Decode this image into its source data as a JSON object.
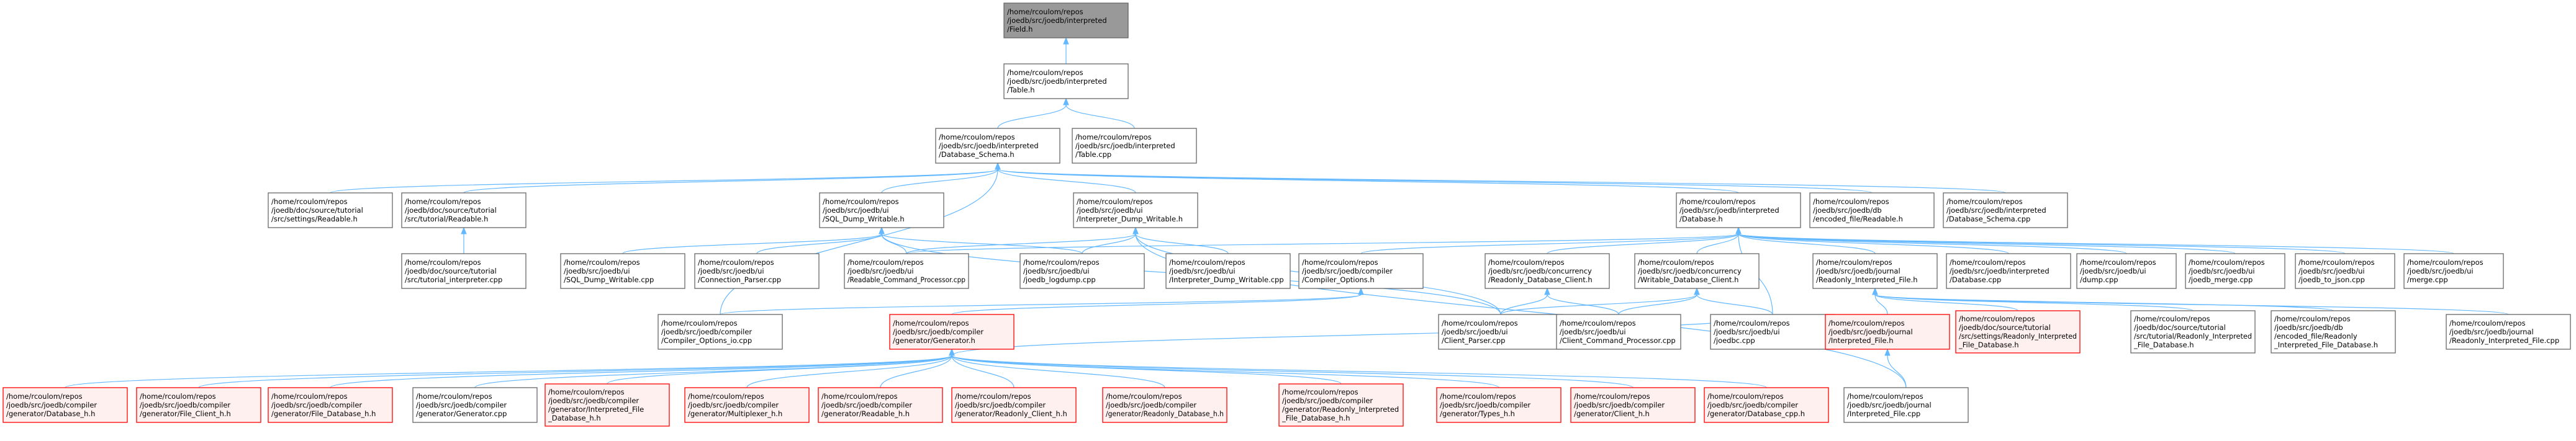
{
  "colors": {
    "edge": "#63b8ff",
    "root_fill": "#999999",
    "root_border": "#666666",
    "node_fill": "#ffffff",
    "node_border": "#666666",
    "truncated_fill": "#fff0f0",
    "truncated_border": "#ff0000",
    "text": "#000000"
  },
  "nodes": [
    {
      "id": "field_h",
      "style": "root",
      "lines": [
        "/home/rcoulom/repos",
        "/joedb/src/joedb/interpreted",
        "/Field.h"
      ]
    },
    {
      "id": "table_h",
      "style": "normal",
      "lines": [
        "/home/rcoulom/repos",
        "/joedb/src/joedb/interpreted",
        "/Table.h"
      ]
    },
    {
      "id": "dbschema_h",
      "style": "normal",
      "lines": [
        "/home/rcoulom/repos",
        "/joedb/src/joedb/interpreted",
        "/Database_Schema.h"
      ]
    },
    {
      "id": "table_cpp",
      "style": "normal",
      "lines": [
        "/home/rcoulom/repos",
        "/joedb/src/joedb/interpreted",
        "/Table.cpp"
      ]
    },
    {
      "id": "tut_settings_readable_h",
      "style": "normal",
      "lines": [
        "/home/rcoulom/repos",
        "/joedb/doc/source/tutorial",
        "/src/settings/Readable.h"
      ]
    },
    {
      "id": "tut_readable_h",
      "style": "normal",
      "lines": [
        "/home/rcoulom/repos",
        "/joedb/doc/source/tutorial",
        "/src/tutorial/Readable.h"
      ]
    },
    {
      "id": "sql_dump_writable_h",
      "style": "normal",
      "lines": [
        "/home/rcoulom/repos",
        "/joedb/src/joedb/ui",
        "/SQL_Dump_Writable.h"
      ]
    },
    {
      "id": "interp_dump_writable_h",
      "style": "normal",
      "lines": [
        "/home/rcoulom/repos",
        "/joedb/src/joedb/ui",
        "/Interpreter_Dump_Writable.h"
      ]
    },
    {
      "id": "interp_database_h",
      "style": "normal",
      "lines": [
        "/home/rcoulom/repos",
        "/joedb/src/joedb/interpreted",
        "/Database.h"
      ]
    },
    {
      "id": "encoded_file_readable_h",
      "style": "normal",
      "lines": [
        "/home/rcoulom/repos",
        "/joedb/src/joedb/db",
        "/encoded_file/Readable.h"
      ]
    },
    {
      "id": "database_schema_cpp",
      "style": "normal",
      "lines": [
        "/home/rcoulom/repos",
        "/joedb/src/joedb/interpreted",
        "/Database_Schema.cpp"
      ]
    },
    {
      "id": "tutorial_interpreter_cpp",
      "style": "normal",
      "lines": [
        "/home/rcoulom/repos",
        "/joedb/doc/source/tutorial",
        "/src/tutorial_interpreter.cpp"
      ]
    },
    {
      "id": "sql_dump_writable_cpp",
      "style": "normal",
      "lines": [
        "/home/rcoulom/repos",
        "/joedb/src/joedb/ui",
        "/SQL_Dump_Writable.cpp"
      ]
    },
    {
      "id": "connection_parser_cpp",
      "style": "normal",
      "lines": [
        "/home/rcoulom/repos",
        "/joedb/src/joedb/ui",
        "/Connection_Parser.cpp"
      ]
    },
    {
      "id": "readable_command_processor_cpp",
      "style": "normal",
      "lines": [
        "/home/rcoulom/repos",
        "/joedb/src/joedb/ui",
        "/Readable_Command_Processor.cpp"
      ]
    },
    {
      "id": "joedb_logdump_cpp",
      "style": "normal",
      "lines": [
        "/home/rcoulom/repos",
        "/joedb/src/joedb/ui",
        "/joedb_logdump.cpp"
      ]
    },
    {
      "id": "interp_dump_writable_cpp",
      "style": "normal",
      "lines": [
        "/home/rcoulom/repos",
        "/joedb/src/joedb/ui",
        "/Interpreter_Dump_Writable.cpp"
      ]
    },
    {
      "id": "compiler_options_h",
      "style": "normal",
      "lines": [
        "/home/rcoulom/repos",
        "/joedb/src/joedb/compiler",
        "/Compiler_Options.h"
      ]
    },
    {
      "id": "readonly_database_client_h",
      "style": "normal",
      "lines": [
        "/home/rcoulom/repos",
        "/joedb/src/joedb/concurrency",
        "/Readonly_Database_Client.h"
      ]
    },
    {
      "id": "writable_database_client_h",
      "style": "normal",
      "lines": [
        "/home/rcoulom/repos",
        "/joedb/src/joedb/concurrency",
        "/Writable_Database_Client.h"
      ]
    },
    {
      "id": "readonly_interpreted_file_h",
      "style": "normal",
      "lines": [
        "/home/rcoulom/repos",
        "/joedb/src/joedb/journal",
        "/Readonly_Interpreted_File.h"
      ]
    },
    {
      "id": "interp_database_cpp",
      "style": "normal",
      "lines": [
        "/home/rcoulom/repos",
        "/joedb/src/joedb/interpreted",
        "/Database.cpp"
      ]
    },
    {
      "id": "dump_cpp",
      "style": "normal",
      "lines": [
        "/home/rcoulom/repos",
        "/joedb/src/joedb/ui",
        "/dump.cpp"
      ]
    },
    {
      "id": "joedb_merge_cpp",
      "style": "normal",
      "lines": [
        "/home/rcoulom/repos",
        "/joedb/src/joedb/ui",
        "/joedb_merge.cpp"
      ]
    },
    {
      "id": "joedb_to_json_cpp",
      "style": "normal",
      "lines": [
        "/home/rcoulom/repos",
        "/joedb/src/joedb/ui",
        "/joedb_to_json.cpp"
      ]
    },
    {
      "id": "merge_cpp",
      "style": "normal",
      "lines": [
        "/home/rcoulom/repos",
        "/joedb/src/joedb/ui",
        "/merge.cpp"
      ]
    },
    {
      "id": "compiler_options_io_cpp",
      "style": "normal",
      "lines": [
        "/home/rcoulom/repos",
        "/joedb/src/joedb/compiler",
        "/Compiler_Options_io.cpp"
      ]
    },
    {
      "id": "generator_h",
      "style": "truncated",
      "lines": [
        "/home/rcoulom/repos",
        "/joedb/src/joedb/compiler",
        "/generator/Generator.h"
      ]
    },
    {
      "id": "client_parser_cpp",
      "style": "normal",
      "lines": [
        "/home/rcoulom/repos",
        "/joedb/src/joedb/ui",
        "/Client_Parser.cpp"
      ]
    },
    {
      "id": "client_command_processor_cpp",
      "style": "normal",
      "lines": [
        "/home/rcoulom/repos",
        "/joedb/src/joedb/ui",
        "/Client_Command_Processor.cpp"
      ]
    },
    {
      "id": "joedbc_cpp",
      "style": "normal",
      "lines": [
        "/home/rcoulom/repos",
        "/joedb/src/joedb/ui",
        "/joedbc.cpp"
      ]
    },
    {
      "id": "interpreted_file_h",
      "style": "truncated",
      "lines": [
        "/home/rcoulom/repos",
        "/joedb/src/joedb/journal",
        "/Interpreted_File.h"
      ]
    },
    {
      "id": "tut_settings_readonly_interp_h",
      "style": "truncated",
      "lines": [
        "/home/rcoulom/repos",
        "/joedb/doc/source/tutorial",
        "/src/settings/Readonly_Interpreted",
        "_File_Database.h"
      ]
    },
    {
      "id": "tut_readonly_interp_h",
      "style": "normal",
      "lines": [
        "/home/rcoulom/repos",
        "/joedb/doc/source/tutorial",
        "/src/tutorial/Readonly_Interpreted",
        "_File_Database.h"
      ]
    },
    {
      "id": "encoded_readonly_interp_h",
      "style": "normal",
      "lines": [
        "/home/rcoulom/repos",
        "/joedb/src/joedb/db",
        "/encoded_file/Readonly",
        "_Interpreted_File_Database.h"
      ]
    },
    {
      "id": "readonly_interpreted_file_cpp",
      "style": "normal",
      "lines": [
        "/home/rcoulom/repos",
        "/joedb/src/joedb/journal",
        "/Readonly_Interpreted_File.cpp"
      ]
    },
    {
      "id": "gen_database_h",
      "style": "truncated",
      "lines": [
        "/home/rcoulom/repos",
        "/joedb/src/joedb/compiler",
        "/generator/Database_h.h"
      ]
    },
    {
      "id": "gen_file_client_h",
      "style": "truncated",
      "lines": [
        "/home/rcoulom/repos",
        "/joedb/src/joedb/compiler",
        "/generator/File_Client_h.h"
      ]
    },
    {
      "id": "gen_file_database_h",
      "style": "truncated",
      "lines": [
        "/home/rcoulom/repos",
        "/joedb/src/joedb/compiler",
        "/generator/File_Database_h.h"
      ]
    },
    {
      "id": "gen_generator_cpp",
      "style": "normal",
      "lines": [
        "/home/rcoulom/repos",
        "/joedb/src/joedb/compiler",
        "/generator/Generator.cpp"
      ]
    },
    {
      "id": "gen_interpreted_file_h",
      "style": "truncated",
      "lines": [
        "/home/rcoulom/repos",
        "/joedb/src/joedb/compiler",
        "/generator/Interpreted_File",
        "_Database_h.h"
      ]
    },
    {
      "id": "gen_multiplexer_h",
      "style": "truncated",
      "lines": [
        "/home/rcoulom/repos",
        "/joedb/src/joedb/compiler",
        "/generator/Multiplexer_h.h"
      ]
    },
    {
      "id": "gen_readable_h",
      "style": "truncated",
      "lines": [
        "/home/rcoulom/repos",
        "/joedb/src/joedb/compiler",
        "/generator/Readable_h.h"
      ]
    },
    {
      "id": "gen_readonly_client_h",
      "style": "truncated",
      "lines": [
        "/home/rcoulom/repos",
        "/joedb/src/joedb/compiler",
        "/generator/Readonly_Client_h.h"
      ]
    },
    {
      "id": "gen_readonly_database_h",
      "style": "truncated",
      "lines": [
        "/home/rcoulom/repos",
        "/joedb/src/joedb/compiler",
        "/generator/Readonly_Database_h.h"
      ]
    },
    {
      "id": "gen_readonly_interpreted_h",
      "style": "truncated",
      "lines": [
        "/home/rcoulom/repos",
        "/joedb/src/joedb/compiler",
        "/generator/Readonly_Interpreted",
        "_File_Database_h.h"
      ]
    },
    {
      "id": "gen_types_h",
      "style": "truncated",
      "lines": [
        "/home/rcoulom/repos",
        "/joedb/src/joedb/compiler",
        "/generator/Types_h.h"
      ]
    },
    {
      "id": "gen_client_h",
      "style": "truncated",
      "lines": [
        "/home/rcoulom/repos",
        "/joedb/src/joedb/compiler",
        "/generator/Client_h.h"
      ]
    },
    {
      "id": "gen_database_cpp",
      "style": "truncated",
      "lines": [
        "/home/rcoulom/repos",
        "/joedb/src/joedb/compiler",
        "/generator/Database_cpp.h"
      ]
    },
    {
      "id": "interpreted_file_cpp",
      "style": "normal",
      "lines": [
        "/home/rcoulom/repos",
        "/joedb/src/joedb/journal",
        "/Interpreted_File.cpp"
      ]
    }
  ],
  "edges": [
    [
      "table_h",
      "field_h"
    ],
    [
      "dbschema_h",
      "table_h"
    ],
    [
      "table_cpp",
      "table_h"
    ],
    [
      "tut_settings_readable_h",
      "dbschema_h"
    ],
    [
      "tut_readable_h",
      "dbschema_h"
    ],
    [
      "sql_dump_writable_h",
      "dbschema_h"
    ],
    [
      "interp_dump_writable_h",
      "dbschema_h"
    ],
    [
      "interp_database_h",
      "dbschema_h"
    ],
    [
      "encoded_file_readable_h",
      "dbschema_h"
    ],
    [
      "database_schema_cpp",
      "dbschema_h"
    ],
    [
      "compiler_options_io_cpp",
      "dbschema_h"
    ],
    [
      "tutorial_interpreter_cpp",
      "tut_readable_h"
    ],
    [
      "sql_dump_writable_cpp",
      "sql_dump_writable_h"
    ],
    [
      "connection_parser_cpp",
      "sql_dump_writable_h"
    ],
    [
      "readable_command_processor_cpp",
      "sql_dump_writable_h"
    ],
    [
      "joedb_logdump_cpp",
      "sql_dump_writable_h"
    ],
    [
      "client_parser_cpp",
      "sql_dump_writable_h"
    ],
    [
      "readable_command_processor_cpp",
      "interp_dump_writable_h"
    ],
    [
      "joedb_logdump_cpp",
      "interp_dump_writable_h"
    ],
    [
      "interp_dump_writable_cpp",
      "interp_dump_writable_h"
    ],
    [
      "client_parser_cpp",
      "interp_dump_writable_h"
    ],
    [
      "interpreted_file_cpp",
      "interp_dump_writable_h"
    ],
    [
      "compiler_options_h",
      "interp_database_h"
    ],
    [
      "readonly_database_client_h",
      "interp_database_h"
    ],
    [
      "writable_database_client_h",
      "interp_database_h"
    ],
    [
      "readonly_interpreted_file_h",
      "interp_database_h"
    ],
    [
      "interp_database_cpp",
      "interp_database_h"
    ],
    [
      "dump_cpp",
      "interp_database_h"
    ],
    [
      "joedb_merge_cpp",
      "interp_database_h"
    ],
    [
      "joedb_to_json_cpp",
      "interp_database_h"
    ],
    [
      "merge_cpp",
      "interp_database_h"
    ],
    [
      "readable_command_processor_cpp",
      "interp_database_h"
    ],
    [
      "joedbc_cpp",
      "interp_database_h"
    ],
    [
      "compiler_options_io_cpp",
      "compiler_options_h"
    ],
    [
      "generator_h",
      "compiler_options_h"
    ],
    [
      "client_parser_cpp",
      "readonly_database_client_h"
    ],
    [
      "client_command_processor_cpp",
      "readonly_database_client_h"
    ],
    [
      "client_parser_cpp",
      "writable_database_client_h"
    ],
    [
      "client_command_processor_cpp",
      "writable_database_client_h"
    ],
    [
      "joedbc_cpp",
      "writable_database_client_h"
    ],
    [
      "interpreted_file_h",
      "readonly_interpreted_file_h"
    ],
    [
      "tut_settings_readonly_interp_h",
      "readonly_interpreted_file_h"
    ],
    [
      "tut_readonly_interp_h",
      "readonly_interpreted_file_h"
    ],
    [
      "encoded_readonly_interp_h",
      "readonly_interpreted_file_h"
    ],
    [
      "readonly_interpreted_file_cpp",
      "readonly_interpreted_file_h"
    ],
    [
      "interpreted_file_cpp",
      "interpreted_file_h"
    ],
    [
      "gen_database_h",
      "generator_h"
    ],
    [
      "gen_file_client_h",
      "generator_h"
    ],
    [
      "gen_file_database_h",
      "generator_h"
    ],
    [
      "gen_generator_cpp",
      "generator_h"
    ],
    [
      "gen_interpreted_file_h",
      "generator_h"
    ],
    [
      "gen_multiplexer_h",
      "generator_h"
    ],
    [
      "gen_readable_h",
      "generator_h"
    ],
    [
      "gen_readonly_client_h",
      "generator_h"
    ],
    [
      "gen_readonly_database_h",
      "generator_h"
    ],
    [
      "gen_readonly_interpreted_h",
      "generator_h"
    ],
    [
      "gen_types_h",
      "generator_h"
    ],
    [
      "gen_client_h",
      "generator_h"
    ],
    [
      "gen_database_cpp",
      "generator_h"
    ],
    [
      "joedbc_cpp",
      "generator_h"
    ]
  ]
}
